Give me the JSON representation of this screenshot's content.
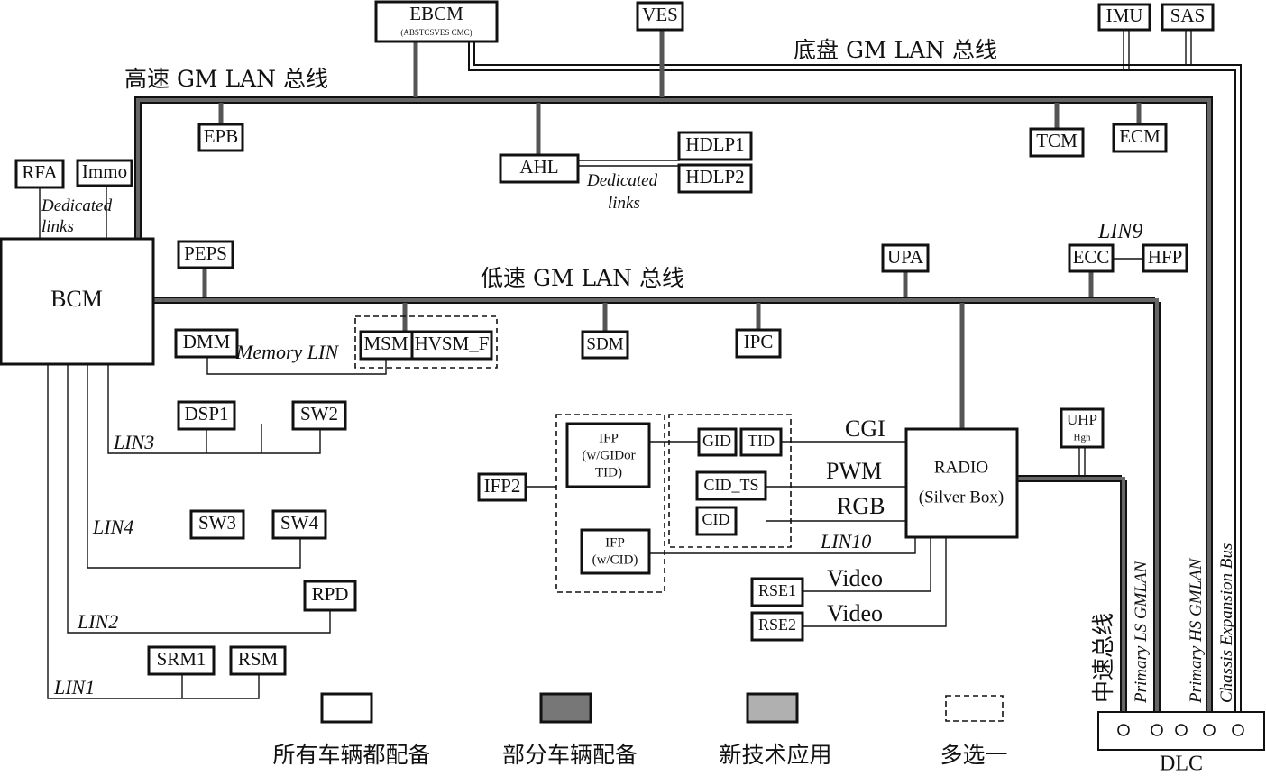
{
  "buses": {
    "high_speed": "高速 GM LAN 总线",
    "chassis": "底盘 GM LAN 总线",
    "low_speed": "低速 GM LAN 总线",
    "mid_speed": "中速总线"
  },
  "modules": {
    "ebcm": "EBCM",
    "ebcm_sub": "(ABSTCSVES CMC)",
    "ves": "VES",
    "imu": "IMU",
    "sas": "SAS",
    "epb": "EPB",
    "ahl": "AHL",
    "hdlp1": "HDLP1",
    "hdlp2": "HDLP2",
    "tcm": "TCM",
    "ecm": "ECM",
    "rfa": "RFA",
    "immo": "Immo",
    "bcm": "BCM",
    "peps": "PEPS",
    "upa": "UPA",
    "ecc": "ECC",
    "hfp": "HFP",
    "dmm": "DMM",
    "msm": "MSM",
    "hvsm": "HVSM_F",
    "sdm": "SDM",
    "ipc": "IPC",
    "dsp1": "DSP1",
    "sw2": "SW2",
    "sw3": "SW3",
    "sw4": "SW4",
    "rpd": "RPD",
    "srm1": "SRM1",
    "rsm": "RSM",
    "ifp2": "IFP2",
    "ifp1_l1": "IFP",
    "ifp1_l2": "(w/GIDor",
    "ifp1_l3": "TID)",
    "ifp2b_l1": "IFP",
    "ifp2b_l2": "(w/CID)",
    "gid": "GID",
    "tid": "TID",
    "cid_ts": "CID_TS",
    "cid": "CID",
    "radio_l1": "RADIO",
    "radio_l2": "(Silver Box)",
    "uhp_l1": "UHP",
    "uhp_l2": "Hgh",
    "rse1": "RSE1",
    "rse2": "RSE2",
    "dlc": "DLC"
  },
  "links": {
    "dedicated_1a": "Dedicated",
    "dedicated_1b": "links",
    "dedicated_2a": "Dedicated",
    "dedicated_2b": "links",
    "memory_lin": "Memory LIN",
    "lin1": "LIN1",
    "lin2": "LIN2",
    "lin3": "LIN3",
    "lin4": "LIN4",
    "lin9": "LIN9",
    "lin10": "LIN10",
    "cgi": "CGI",
    "pwm": "PWM",
    "rgb": "RGB",
    "video1": "Video",
    "video2": "Video",
    "primary_ls": "Primary LS GMLAN",
    "primary_hs": "Primary HS GMLAN",
    "chassis_exp": "Chassis Expansion Bus"
  },
  "legend": {
    "all": "所有车辆都配备",
    "some": "部分车辆配备",
    "new": "新技术应用",
    "choose": "多选一"
  },
  "colors": {
    "all": "#ffffff",
    "some": "#777777",
    "new": "#b0b0b0",
    "line": "#111111"
  }
}
